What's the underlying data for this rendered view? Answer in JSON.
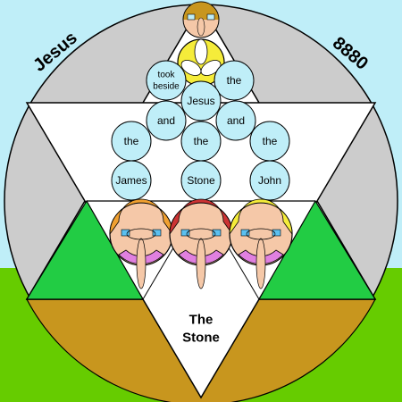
{
  "corner_top_left": "Jesus",
  "corner_top_right": "8880",
  "bottom_label_line1": "The",
  "bottom_label_line2": "Stone",
  "circles": {
    "took_beside_1": "took",
    "took_beside_2": "beside",
    "the_top": "the",
    "jesus": "Jesus",
    "and_left": "and",
    "and_right": "and",
    "the_left": "the",
    "the_center": "the",
    "the_right": "the",
    "james": "James",
    "stone": "Stone",
    "john": "John"
  },
  "colors": {
    "sky": "#bfeef8",
    "grass": "#66cc00",
    "disc": "#cccccc",
    "ochre": "#c8961e",
    "green_triangle": "#22cc44",
    "word_circle": "#bfeef8",
    "yellow": "#f5ec3a",
    "red": "#cc3333",
    "orange": "#f0a030",
    "skin": "#f5c8a8",
    "violet": "#e080e0"
  }
}
